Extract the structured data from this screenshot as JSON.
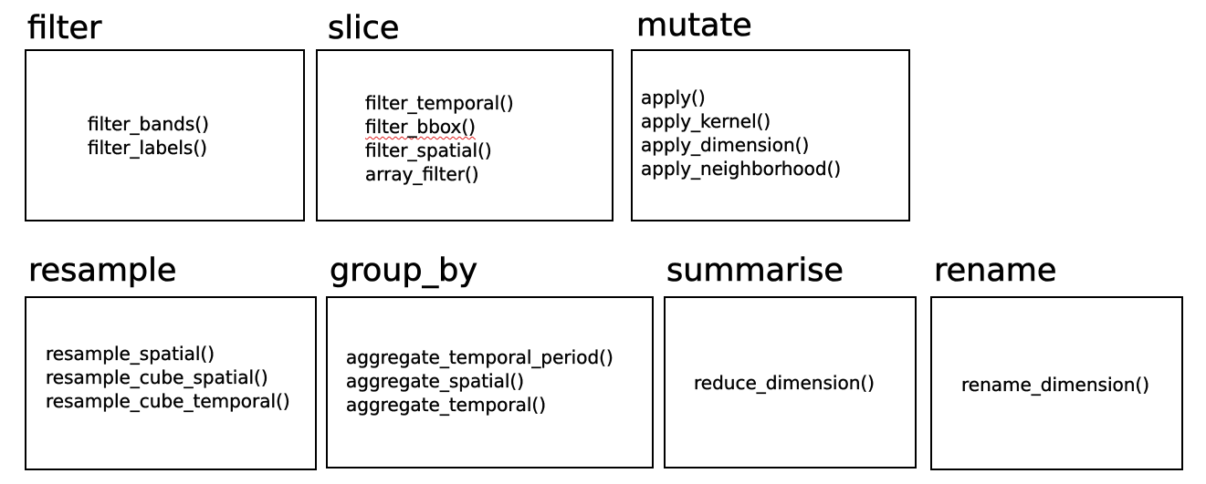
{
  "groups": [
    {
      "id": "filter",
      "title": "filter",
      "functions": [
        "filter_bands()",
        "filter_labels()"
      ]
    },
    {
      "id": "slice",
      "title": "slice",
      "functions": [
        "filter_temporal()",
        "filter_bbox()",
        "filter_spatial()",
        "array_filter()"
      ]
    },
    {
      "id": "mutate",
      "title": "mutate",
      "functions": [
        "apply()",
        "apply_kernel()",
        "apply_dimension()",
        "apply_neighborhood()"
      ]
    },
    {
      "id": "resample",
      "title": "resample",
      "functions": [
        "resample_spatial()",
        "resample_cube_spatial()",
        "resample_cube_temporal()"
      ]
    },
    {
      "id": "group_by",
      "title": "group_by",
      "functions": [
        "aggregate_temporal_period()",
        "aggregate_spatial()",
        "aggregate_temporal()"
      ]
    },
    {
      "id": "summarise",
      "title": "summarise",
      "functions": [
        "reduce_dimension()"
      ]
    },
    {
      "id": "rename",
      "title": "rename",
      "functions": [
        "rename_dimension()"
      ]
    }
  ],
  "colors": {
    "text": "#000000",
    "border": "#000000",
    "spellcheck_underline": "#e02020",
    "background": "#ffffff"
  }
}
